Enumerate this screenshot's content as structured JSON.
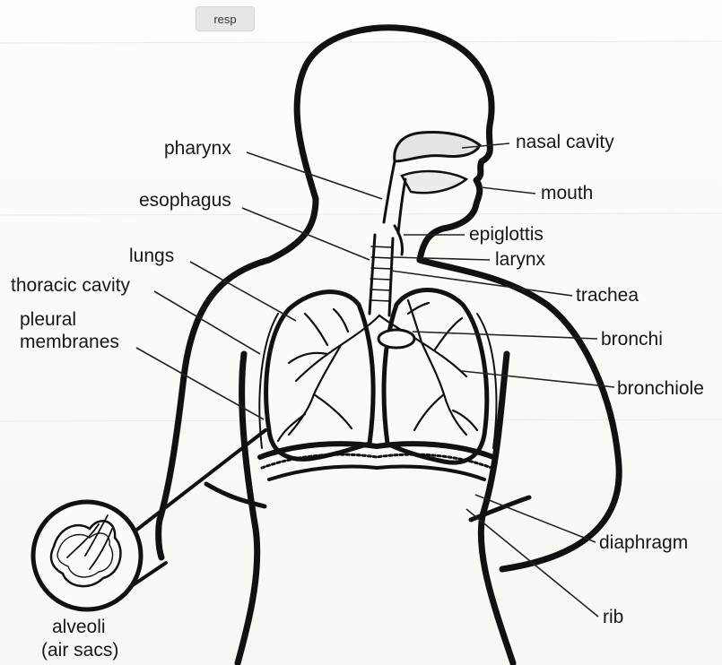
{
  "tag": "resp",
  "labels": {
    "pharynx": "pharynx",
    "esophagus": "esophagus",
    "lungs": "lungs",
    "thoracic_cavity": "thoracic cavity",
    "pleural_line1": "pleural",
    "pleural_line2": "membranes",
    "nasal_cavity": "nasal cavity",
    "mouth": "mouth",
    "epiglottis": "epiglottis",
    "larynx": "larynx",
    "trachea": "trachea",
    "bronchi": "bronchi",
    "bronchiole": "bronchiole",
    "diaphragm": "diaphragm",
    "rib": "rib",
    "alveoli_line1": "alveoli",
    "alveoli_line2": "(air sacs)"
  }
}
